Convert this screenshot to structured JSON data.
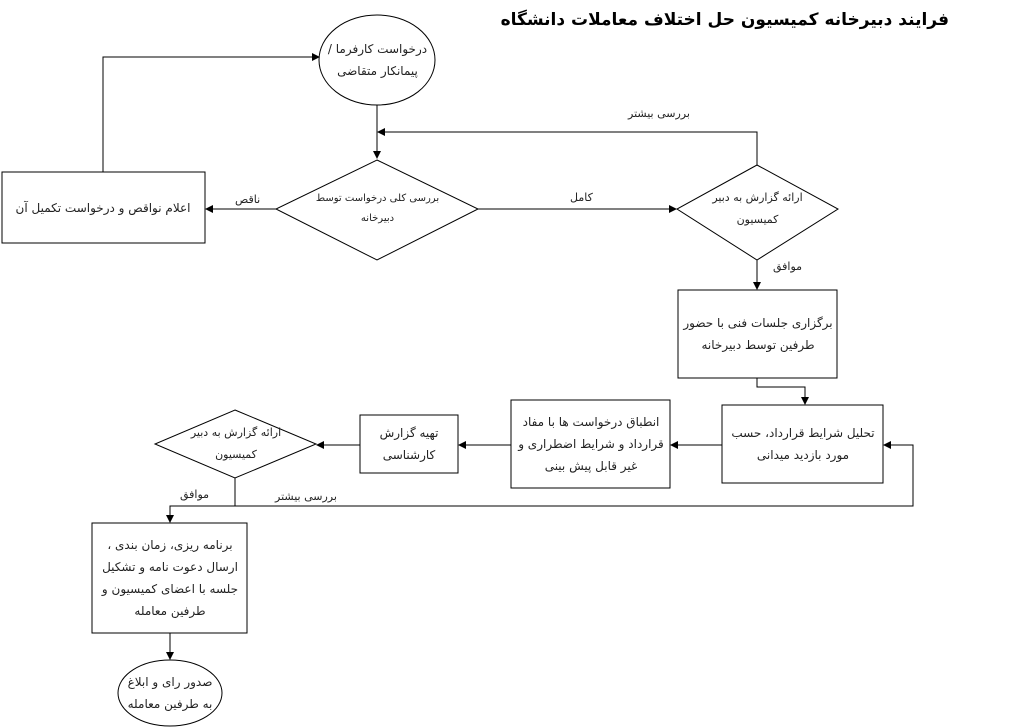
{
  "title": "فرایند دبیرخانه کمیسیون حل اختلاف معاملات دانشگاه",
  "nodes": {
    "start": "درخواست کارفرما / پیمانکار متقاضی",
    "review": "بررسی کلی درخواست توسط دبیرخانه",
    "deficiency": "اعلام نواقص و درخواست تکمیل آن",
    "report1": "ارائه گزارش به دبیر کمیسیون",
    "meetings": "برگزاری جلسات فنی با حضور طرفین توسط دبیرخانه",
    "analysis": "تحلیل شرایط قرارداد، حسب مورد بازدید میدانی",
    "matching": "انطباق درخواست ها با مفاد قرارداد و شرایط اضطراری و غیر قابل پیش بینی",
    "expert": "تهیه گزارش کارشناسی",
    "report2": "ارائه گزارش به دبیر کمیسیون",
    "planning": "برنامه ریزی، زمان بندی ، ارسال دعوت نامه و تشکیل جلسه با اعضای کمیسیون و طرفین معامله",
    "end": "صدور رای و ابلاغ به طرفین معامله"
  },
  "edges": {
    "incomplete": "ناقص",
    "complete": "کامل",
    "more_review1": "بررسی بیشتر",
    "agree1": "موافق",
    "more_review2": "بررسی بیشتر",
    "agree2": "موافق"
  }
}
